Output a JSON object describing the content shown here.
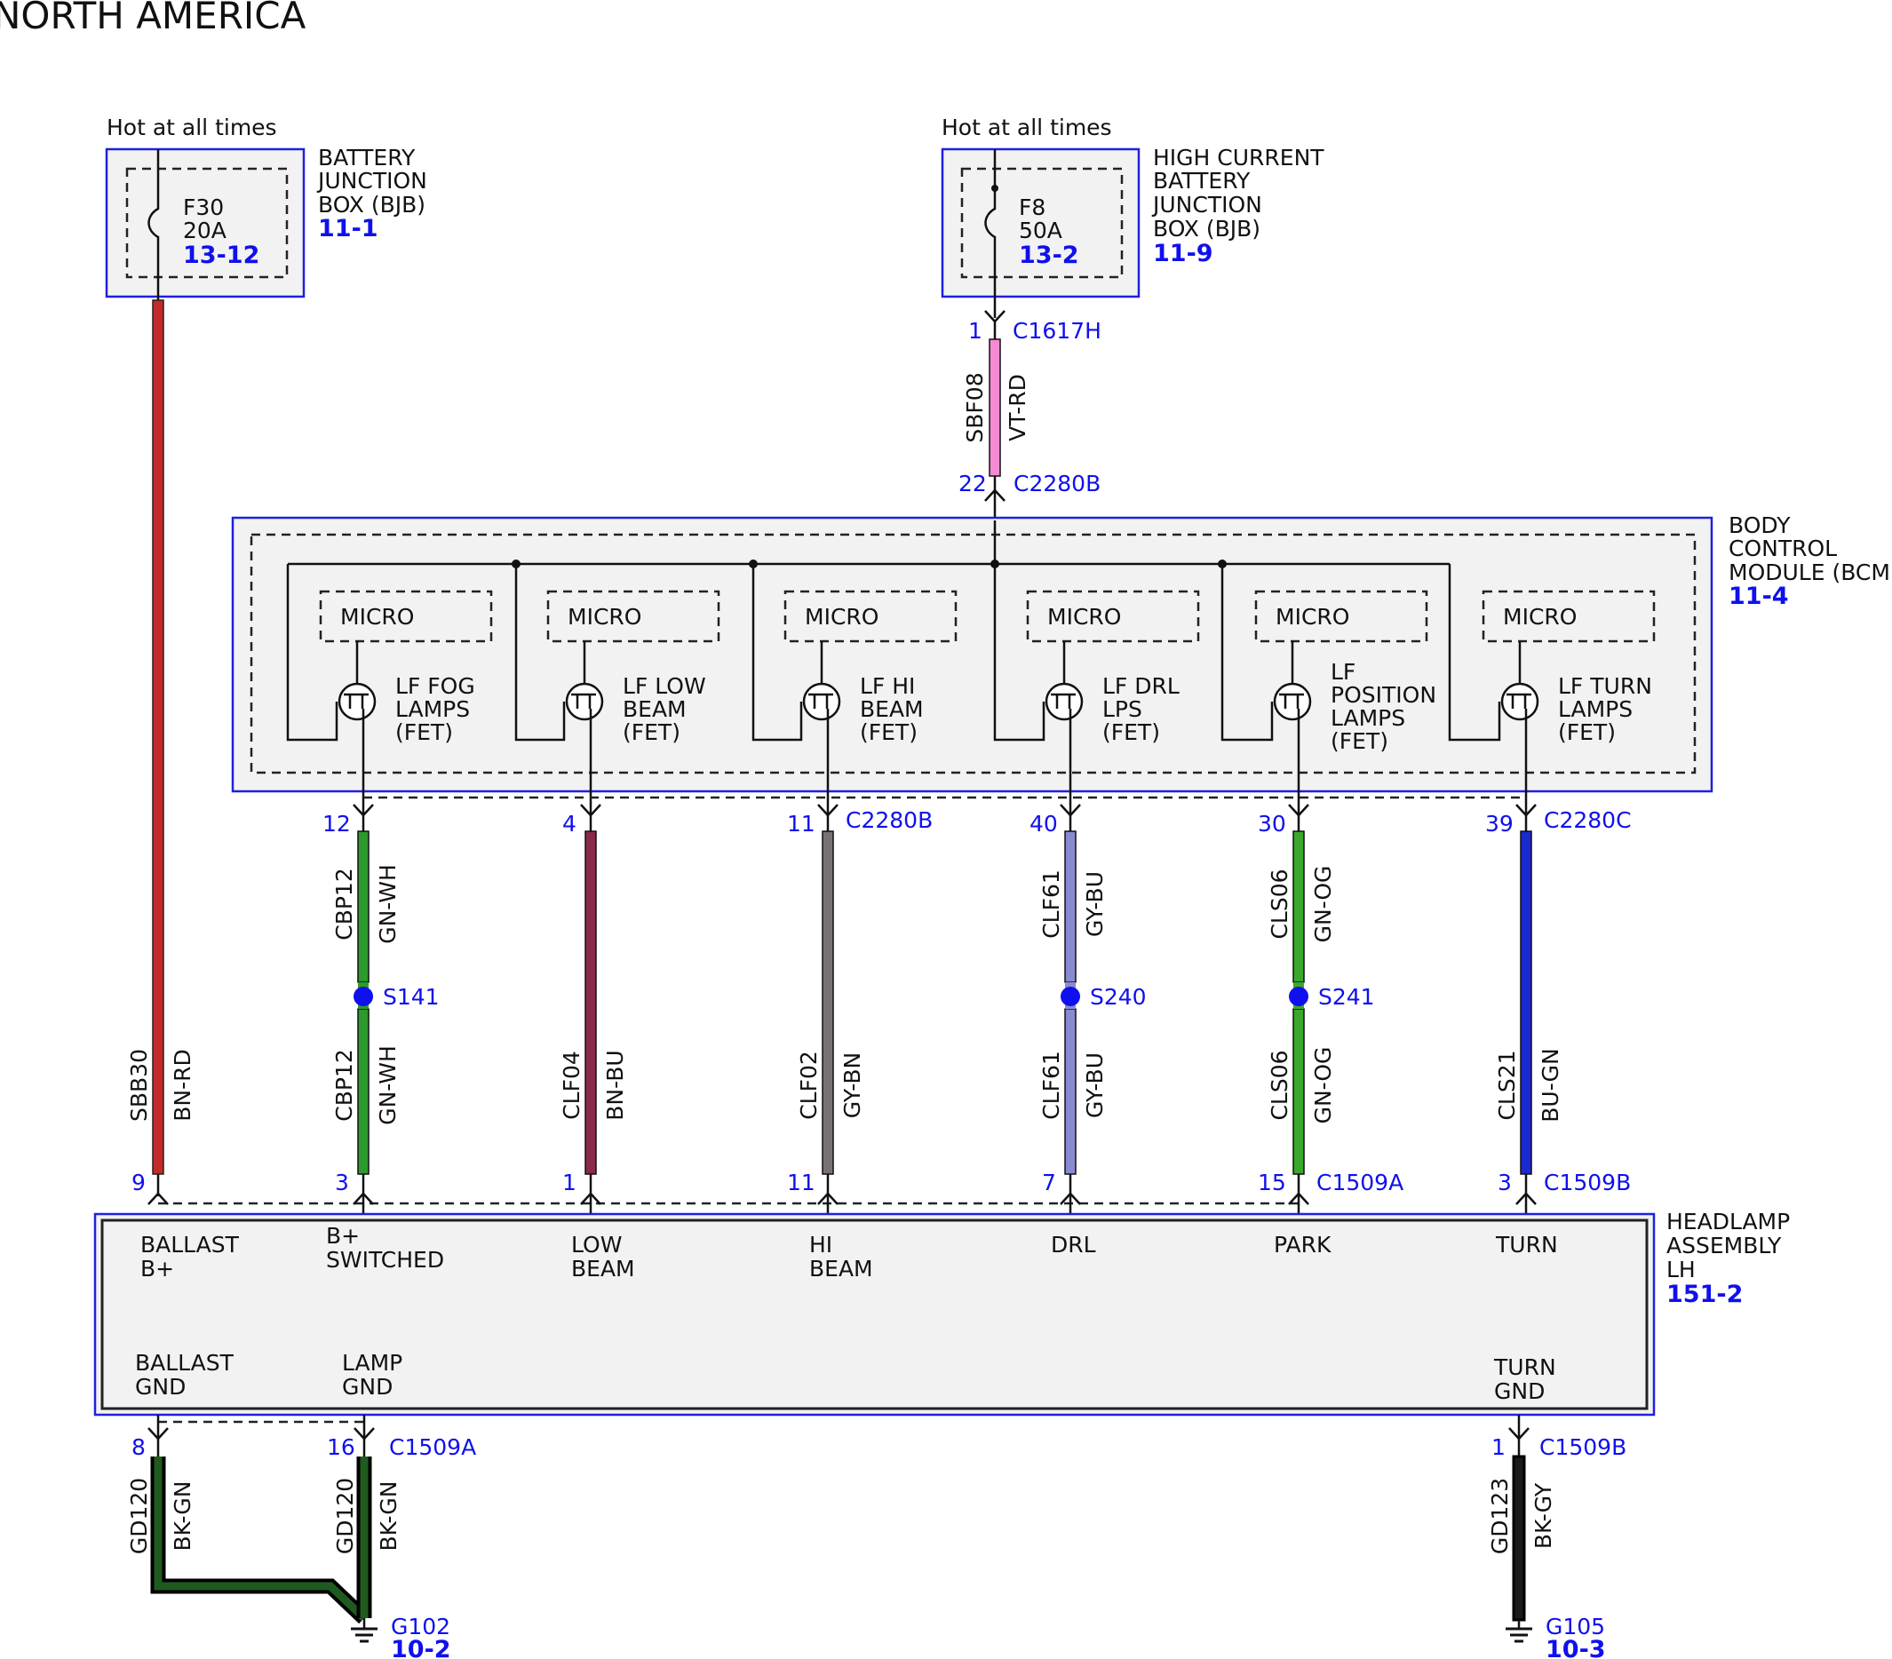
{
  "title": "NORTH AMERICA",
  "colors": {
    "BN-RD": "#c42a2a",
    "VT-RD": "#f58ad2",
    "GN-WH": "#2c9a2c",
    "BN-BU": "#8a2a4a",
    "GY-BN": "#7a7272",
    "GY-BU": "#8a8ad0",
    "GN-OG": "#3aa82a",
    "BU-GN": "#1a2ad0",
    "BK-GN": "#1f5a1f",
    "BK-GY": "#1a1a1a",
    "box_border": "#2020dd",
    "ref_text": "#1010ee"
  },
  "bjb": {
    "hot": "Hot at all times",
    "name": [
      "BATTERY",
      "JUNCTION",
      "BOX (BJB)"
    ],
    "ref": "11-1",
    "fuse": "F30",
    "amps": "20A",
    "fuse_ref": "13-12"
  },
  "hcbjb": {
    "hot": "Hot at all times",
    "name": [
      "HIGH CURRENT",
      "BATTERY",
      "JUNCTION",
      "BOX (BJB)"
    ],
    "ref": "11-9",
    "fuse": "F8",
    "amps": "50A",
    "fuse_ref": "13-2"
  },
  "feed": {
    "top_pin": "1",
    "top_conn": "C1617H",
    "circuit": "SBF08",
    "color": "VT-RD",
    "bottom_pin": "22",
    "bottom_conn": "C2280B"
  },
  "bcm": {
    "name": [
      "BODY",
      "CONTROL",
      "MODULE (BCM)"
    ],
    "ref": "11-4",
    "micro_label": "MICRO",
    "fets": [
      {
        "label": [
          "LF FOG",
          "LAMPS",
          "(FET)"
        ]
      },
      {
        "label": [
          "LF LOW",
          "BEAM",
          "(FET)"
        ]
      },
      {
        "label": [
          "LF HI",
          "BEAM",
          "(FET)"
        ]
      },
      {
        "label": [
          "LF DRL",
          "LPS",
          "(FET)"
        ]
      },
      {
        "label": [
          "LF",
          "POSITION",
          "LAMPS",
          "(FET)"
        ]
      },
      {
        "label": [
          "LF TURN",
          "LAMPS",
          "(FET)"
        ]
      }
    ]
  },
  "ballast_wire": {
    "circuit": "SBB30",
    "color": "BN-RD",
    "pin": "9"
  },
  "outputs": [
    {
      "top_pin": "12",
      "top_conn": "",
      "upper_circuit": "CBP12",
      "upper_color": "GN-WH",
      "splice": "S141",
      "lower_circuit": "CBP12",
      "lower_color": "GN-WH",
      "bottom_pin": "3",
      "bottom_conn": ""
    },
    {
      "top_pin": "4",
      "top_conn": "",
      "upper_circuit": "",
      "upper_color": "",
      "splice": "",
      "lower_circuit": "CLF04",
      "lower_color": "BN-BU",
      "bottom_pin": "1",
      "bottom_conn": ""
    },
    {
      "top_pin": "11",
      "top_conn": "C2280B",
      "upper_circuit": "",
      "upper_color": "",
      "splice": "",
      "lower_circuit": "CLF02",
      "lower_color": "GY-BN",
      "bottom_pin": "11",
      "bottom_conn": ""
    },
    {
      "top_pin": "40",
      "top_conn": "",
      "upper_circuit": "CLF61",
      "upper_color": "GY-BU",
      "splice": "S240",
      "lower_circuit": "CLF61",
      "lower_color": "GY-BU",
      "bottom_pin": "7",
      "bottom_conn": ""
    },
    {
      "top_pin": "30",
      "top_conn": "",
      "upper_circuit": "CLS06",
      "upper_color": "GN-OG",
      "splice": "S241",
      "lower_circuit": "CLS06",
      "lower_color": "GN-OG",
      "bottom_pin": "15",
      "bottom_conn": "C1509A"
    },
    {
      "top_pin": "39",
      "top_conn": "C2280C",
      "upper_circuit": "",
      "upper_color": "",
      "splice": "",
      "lower_circuit": "CLS21",
      "lower_color": "BU-GN",
      "bottom_pin": "3",
      "bottom_conn": "C1509B"
    }
  ],
  "headlamp": {
    "name": [
      "HEADLAMP",
      "ASSEMBLY",
      "LH"
    ],
    "ref": "151-2",
    "inputs": [
      [
        "BALLAST",
        "B+"
      ],
      [
        "B+",
        "SWITCHED"
      ],
      [
        "LOW",
        "BEAM"
      ],
      [
        "HI",
        "BEAM"
      ],
      [
        "DRL"
      ],
      [
        "PARK"
      ],
      [
        "TURN"
      ]
    ],
    "grounds": [
      [
        "BALLAST",
        "GND"
      ],
      [
        "LAMP",
        "GND"
      ],
      [
        "TURN",
        "GND"
      ]
    ]
  },
  "ground_wires": [
    {
      "pin": "8",
      "conn": "",
      "circuit": "GD120",
      "color": "BK-GN"
    },
    {
      "pin": "16",
      "conn": "C1509A",
      "circuit": "GD120",
      "color": "BK-GN"
    },
    {
      "pin": "1",
      "conn": "C1509B",
      "circuit": "GD123",
      "color": "BK-GY"
    }
  ],
  "grounds": [
    {
      "name": "G102",
      "ref": "10-2"
    },
    {
      "name": "G105",
      "ref": "10-3"
    }
  ]
}
